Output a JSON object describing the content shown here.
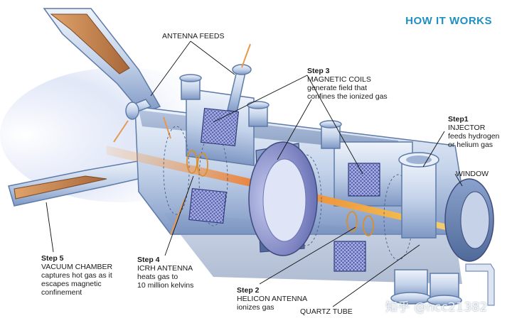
{
  "heading": "HOW IT WORKS",
  "labels": {
    "antenna_feeds": "ANTENNA FEEDS",
    "step3": {
      "step": "Step 3",
      "lines": [
        "MAGNETIC COILS",
        "generate field that",
        "confines the ionized gas"
      ]
    },
    "step1": {
      "step": "Step1",
      "lines": [
        "INJECTOR",
        "feeds hydrogen",
        "or helium gas"
      ]
    },
    "window": "WINDOW",
    "step5": {
      "step": "Step 5",
      "lines": [
        "VACUUM CHAMBER",
        "captures hot gas as it",
        "escapes magnetic",
        "confinement"
      ]
    },
    "step4": {
      "step": "Step 4",
      "lines": [
        "ICRH ANTENNA",
        "heats gas to",
        "10 million kelvins"
      ]
    },
    "step2": {
      "step": "Step 2",
      "lines": [
        "HELICON ANTENNA",
        "ionizes gas"
      ]
    },
    "quartz_tube": "QUARTZ TUBE"
  },
  "watermark": "知乎 @ncc21382",
  "colors": {
    "accent": "#1f8fc4",
    "body_light": "#dfe8f5",
    "body_mid": "#9fb3d6",
    "body_dark": "#5d7aa8",
    "copper": "#c98a4f",
    "plasma": "#f07a2a",
    "coil": "#6f7fc4"
  }
}
